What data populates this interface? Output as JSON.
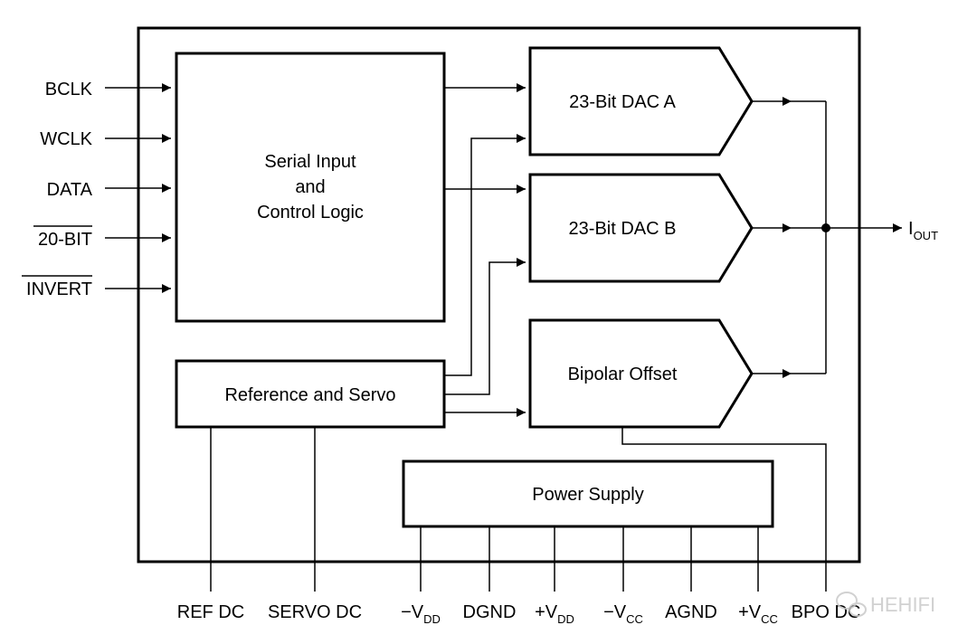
{
  "inputs": {
    "bclk": "BCLK",
    "wclk": "WCLK",
    "data": "DATA",
    "bit20": "20-BIT",
    "invert": "INVERT"
  },
  "blocks": {
    "serial_line1": "Serial Input",
    "serial_line2": "and",
    "serial_line3": "Control Logic",
    "dac_a": "23-Bit DAC A",
    "dac_b": "23-Bit DAC B",
    "bipolar": "Bipolar Offset",
    "reference": "Reference and Servo",
    "power": "Power Supply"
  },
  "output": {
    "main": "I",
    "sub": "OUT"
  },
  "pins": {
    "ref_dc": "REF DC",
    "servo_dc": "SERVO DC",
    "neg_vdd": "−V",
    "neg_vdd_sub": "DD",
    "dgnd": "DGND",
    "pos_vdd": "+V",
    "pos_vdd_sub": "DD",
    "neg_vcc": "−V",
    "neg_vcc_sub": "CC",
    "agnd": "AGND",
    "pos_vcc": "+V",
    "pos_vcc_sub": "CC",
    "bpo_dc": "BPO DC"
  },
  "watermark": "HEHIFI"
}
